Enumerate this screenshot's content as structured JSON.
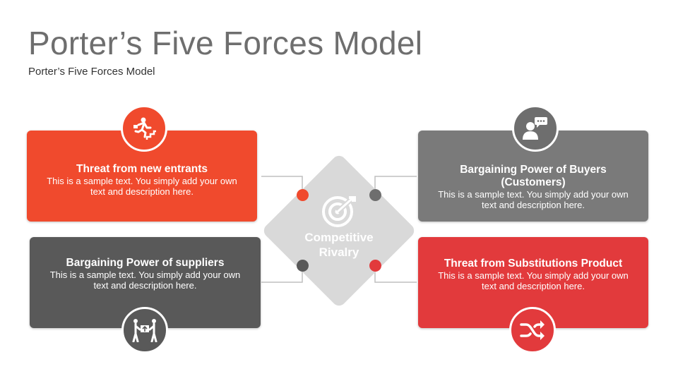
{
  "header": {
    "title": "Porter’s Five Forces Model",
    "subtitle": "Porter’s Five Forces Model"
  },
  "center": {
    "line1": "Competitive",
    "line2": "Rivalry",
    "icon": "target-icon"
  },
  "forces": [
    {
      "heading": "Threat from new entrants",
      "text": "This is a sample text. You simply add your own text and description here.",
      "icon": "running-stairs-icon",
      "color": "#f04a2d"
    },
    {
      "heading_line1": "Bargaining Power of Buyers",
      "heading_line2": "(Customers)",
      "text": "This is a sample text. You simply add your own text and description here.",
      "icon": "customer-chat-icon",
      "color": "#7a7a7a"
    },
    {
      "heading": "Bargaining Power of suppliers",
      "text": "This is a sample text. You simply add your own text and description here.",
      "icon": "exchange-people-icon",
      "color": "#595959"
    },
    {
      "heading": "Threat from Substitutions Product",
      "text": "This is a sample text. You simply add your own text and description here.",
      "icon": "shuffle-icon",
      "color": "#e23a3c"
    }
  ]
}
